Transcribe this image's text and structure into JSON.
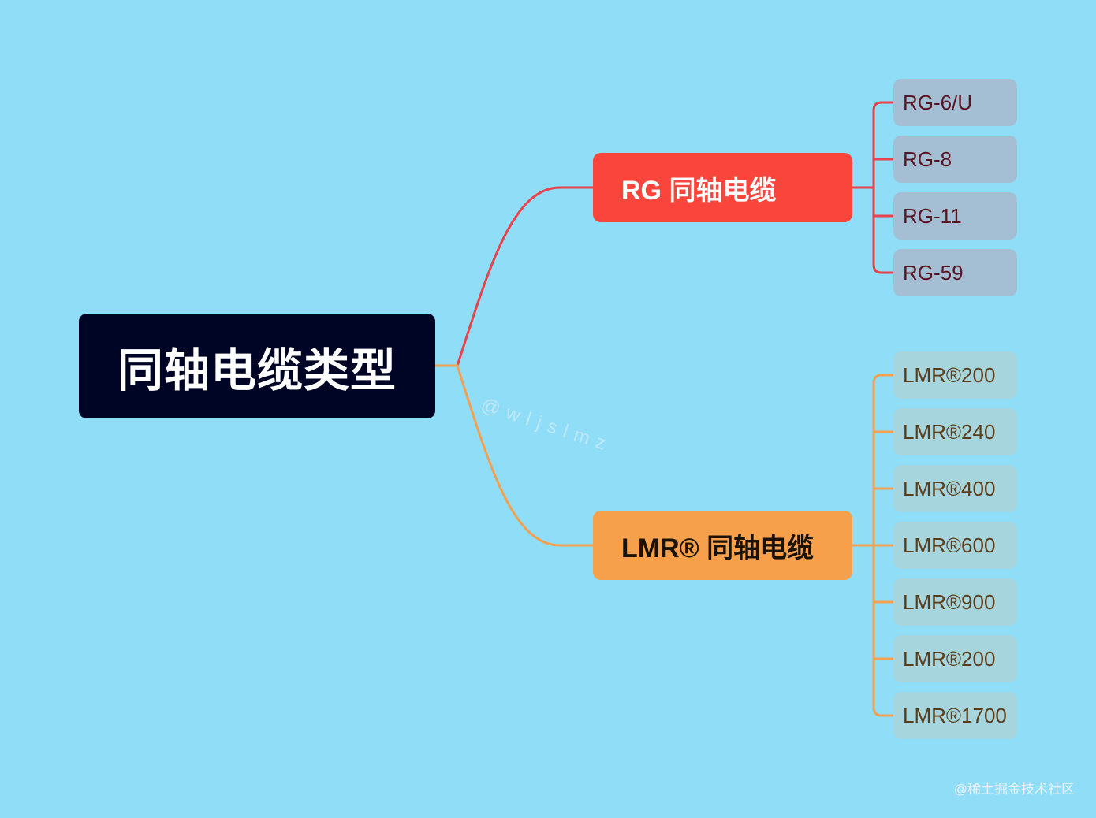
{
  "root": {
    "label": "同轴电缆类型"
  },
  "branches": {
    "rg": {
      "label": "RG 同轴电缆",
      "color": "#f9453b",
      "line_color": "#e8424a",
      "children": [
        "RG-6/U",
        "RG-8",
        "RG-11",
        "RG-59"
      ]
    },
    "lmr": {
      "label": "LMR® 同轴电缆",
      "color": "#f6a04c",
      "line_color": "#f3a04f",
      "children": [
        "LMR®200",
        "LMR®240",
        "LMR®400",
        "LMR®600",
        "LMR®900",
        "LMR®200",
        "LMR®1700"
      ]
    }
  },
  "watermark": "@wljslmz",
  "credit": "@稀土掘金技术社区"
}
